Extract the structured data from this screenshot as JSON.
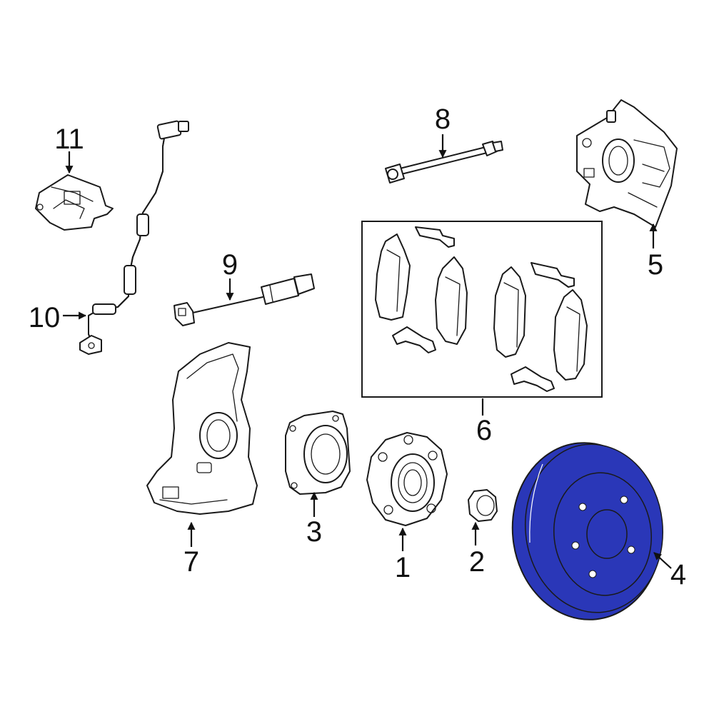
{
  "colors": {
    "line": "#1a1a1a",
    "highlight_fill": "#2a37b8",
    "background": "#ffffff"
  },
  "highlighted_part": "4",
  "callouts": {
    "c1": "1",
    "c2": "2",
    "c3": "3",
    "c4": "4",
    "c5": "5",
    "c6": "6",
    "c7": "7",
    "c8": "8",
    "c9": "9",
    "c10": "10",
    "c11": "11"
  }
}
